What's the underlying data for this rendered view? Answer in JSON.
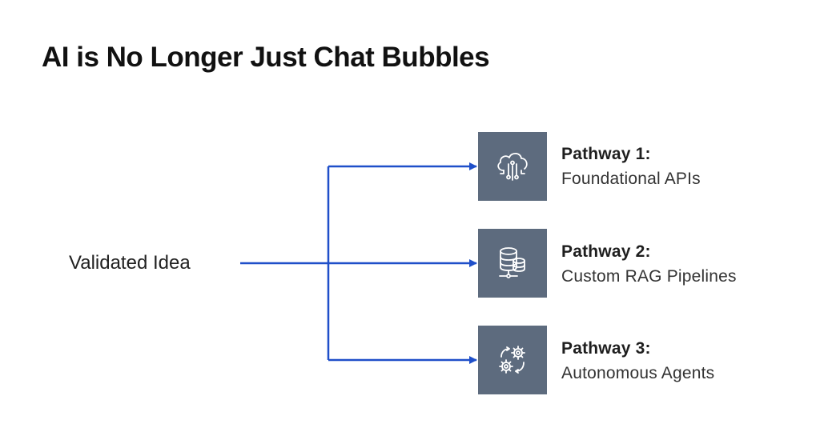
{
  "title": "AI is No Longer Just Chat Bubbles",
  "source": {
    "label": "Validated Idea"
  },
  "colors": {
    "connector": "#1f4fc9",
    "icon_box": "#5d6b7e",
    "icon_stroke": "#ffffff"
  },
  "pathways": [
    {
      "title": "Pathway 1:",
      "description": "Foundational APIs",
      "icon": "cloud-network-icon"
    },
    {
      "title": "Pathway 2:",
      "description": "Custom RAG Pipelines",
      "icon": "database-icon"
    },
    {
      "title": "Pathway 3:",
      "description": "Autonomous Agents",
      "icon": "gears-cycle-icon"
    }
  ]
}
